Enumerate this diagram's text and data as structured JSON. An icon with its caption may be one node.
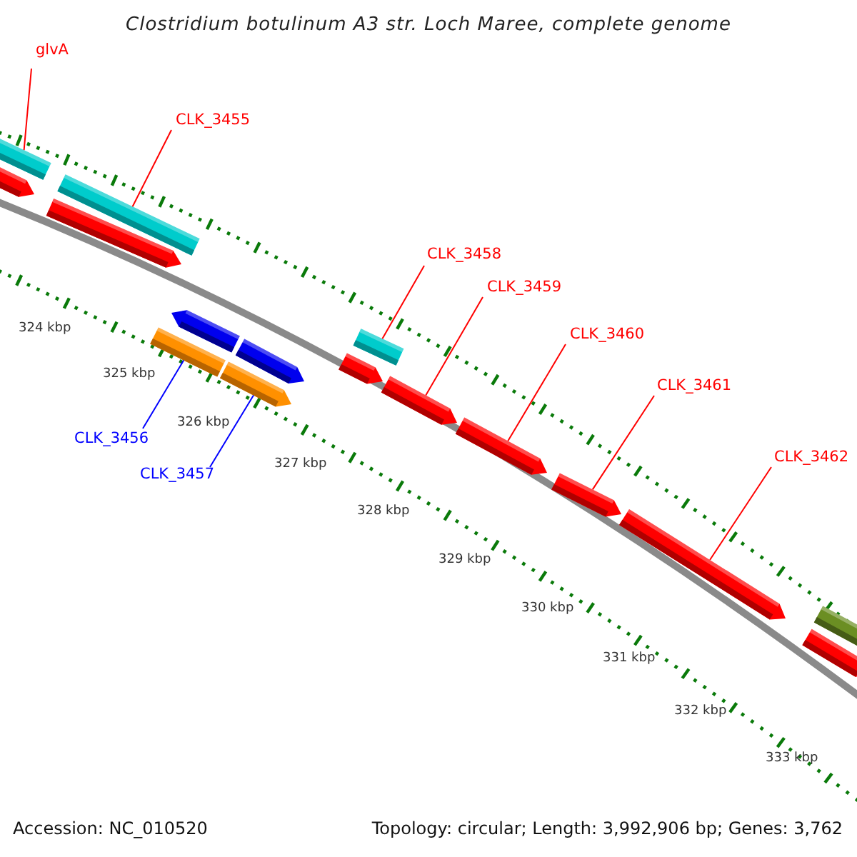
{
  "diagram": {
    "title": "Clostridium botulinum A3 str. Loch Maree, complete genome",
    "nodes": [
      {
        "text": [
          "glvA"
        ]
      },
      {
        "text": [
          "CLK_3455"
        ]
      },
      {
        "text": [
          "CLK_3458"
        ]
      },
      {
        "text": [
          "CLK_3459"
        ]
      },
      {
        "text": [
          "CLK_3460"
        ]
      },
      {
        "text": [
          "CLK_3461"
        ]
      },
      {
        "text": [
          "CLK_3462"
        ]
      },
      {
        "text": [
          "CLK_3456"
        ]
      },
      {
        "text": [
          "CLK_3457"
        ]
      },
      {
        "text": [],
        "shape": "bar"
      },
      {
        "text": [],
        "shape": "arrow"
      },
      {
        "text": [],
        "shape": "bar"
      },
      {
        "text": [],
        "shape": "arrow"
      },
      {
        "text": [],
        "shape": "bar"
      },
      {
        "text": [],
        "shape": "arrow"
      },
      {
        "text": [],
        "shape": "arrow"
      },
      {
        "text": [],
        "shape": "arrow"
      },
      {
        "text": [],
        "shape": "bar"
      },
      {
        "text": [],
        "shape": "arrow"
      },
      {
        "text": [],
        "shape": "arrow"
      },
      {
        "text": [],
        "shape": "arrow"
      },
      {
        "text": [],
        "shape": "arrow"
      },
      {
        "text": [],
        "shape": "arrow"
      },
      {
        "text": [],
        "shape": "bar"
      },
      {
        "text": [],
        "shape": "arrow"
      }
    ],
    "edges": [
      {
        "from": 0,
        "to": 9,
        "arrow": "none"
      },
      {
        "from": 1,
        "to": 11,
        "arrow": "none"
      },
      {
        "from": 2,
        "to": 17,
        "arrow": "none"
      },
      {
        "from": 3,
        "to": 19,
        "arrow": "none"
      },
      {
        "from": 4,
        "to": 20,
        "arrow": "none"
      },
      {
        "from": 5,
        "to": 21,
        "arrow": "none"
      },
      {
        "from": 6,
        "to": 22,
        "arrow": "none"
      },
      {
        "from": 7,
        "to": 13,
        "arrow": "none",
        "color": "#0000ff"
      },
      {
        "from": 8,
        "to": 15,
        "arrow": "none",
        "color": "#0000ff"
      }
    ],
    "labels": [
      "324 kbp",
      "325 kbp",
      "326 kbp",
      "327 kbp",
      "328 kbp",
      "329 kbp",
      "330 kbp",
      "331 kbp",
      "332 kbp",
      "333 kbp",
      "Accession: NC_010520",
      "Topology: circular; Length: 3,992,906 bp; Genes: 3,762"
    ]
  }
}
